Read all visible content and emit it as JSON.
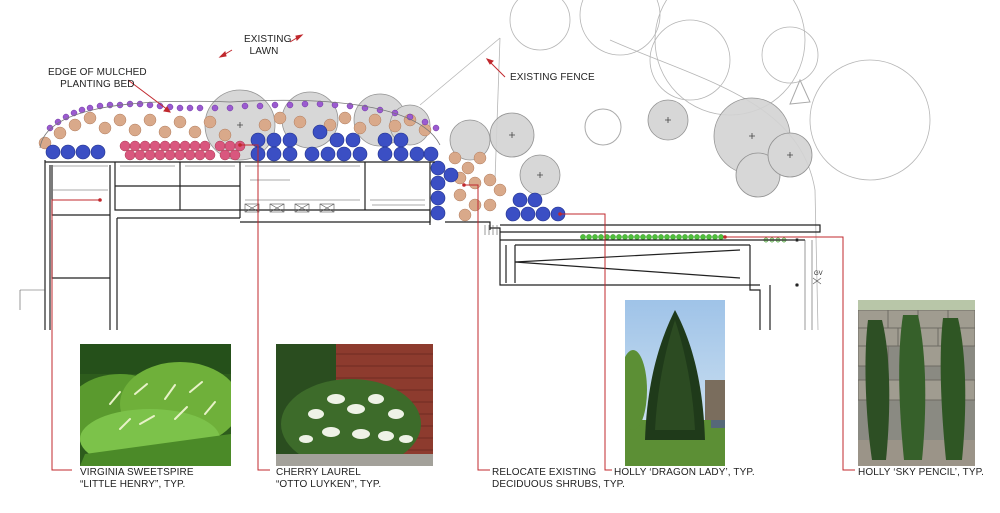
{
  "annotations": {
    "lawn_line1": "EXISTING",
    "lawn_line2": "LAWN",
    "mulch_line1": "EDGE OF MULCHED",
    "mulch_line2": "PLANTING BED",
    "fence": "EXISTING FENCE"
  },
  "callouts": [
    {
      "line1": "VIRGINIA SWEETSPIRE",
      "line2": "“LITTLE HENRY”, TYP."
    },
    {
      "line1": "CHERRY LAUREL",
      "line2": "“OTTO LUYKEN”, TYP."
    },
    {
      "line1": "RELOCATE EXISTING",
      "line2": "DECIDUOUS SHRUBS, TYP."
    },
    {
      "line1": "HOLLY ‘DRAGON LADY’, TYP.",
      "line2": ""
    },
    {
      "line1": "HOLLY ‘SKY PENCIL’, TYP.",
      "line2": ""
    }
  ],
  "tags": {
    "gate_valve": "GV"
  },
  "palette": {
    "leader_red": "#c0282d",
    "sweetspire_blue": "#3b4fc4",
    "laurel_pink": "#d9577e",
    "shrub_tan": "#d9a98a",
    "perennial_purple": "#9b5bd0",
    "tree_gray": "#d3d3d3",
    "groundcover_green": "#4fbf3c"
  },
  "photos": [
    {
      "name": "virginia-sweetspire-photo",
      "subject": "virginia sweetspire shrub"
    },
    {
      "name": "cherry-laurel-photo",
      "subject": "cherry laurel shrub"
    },
    {
      "name": "holly-dragon-lady-photo",
      "subject": "holly dragon lady tree"
    },
    {
      "name": "holly-sky-pencil-photo",
      "subject": "columnar holly shrubs"
    }
  ]
}
